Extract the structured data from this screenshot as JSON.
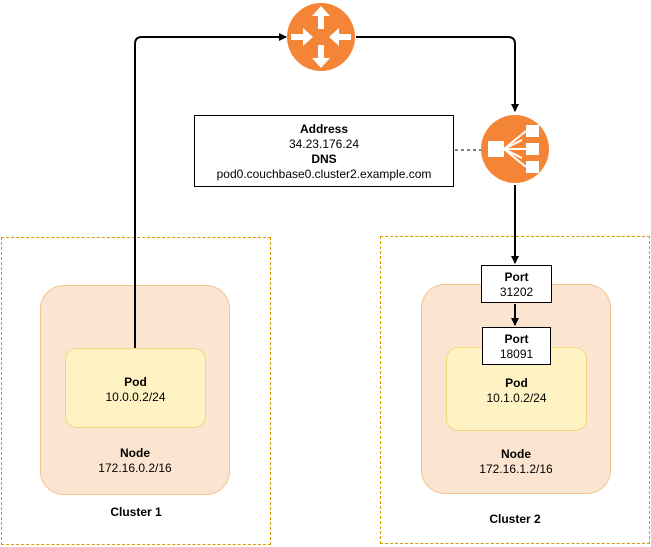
{
  "address_box": {
    "address_label": "Address",
    "address_value": "34.23.176.24",
    "dns_label": "DNS",
    "dns_value": "pod0.couchbase0.cluster2.example.com"
  },
  "cluster1": {
    "label": "Cluster 1",
    "node": {
      "label": "Node",
      "cidr": "172.16.0.2/16"
    },
    "pod": {
      "label": "Pod",
      "cidr": "10.0.0.2/24"
    }
  },
  "cluster2": {
    "label": "Cluster 2",
    "node": {
      "label": "Node",
      "cidr": "172.16.1.2/16"
    },
    "pod": {
      "label": "Pod",
      "cidr": "10.1.0.2/24"
    },
    "node_port": {
      "label": "Port",
      "value": "31202"
    },
    "pod_port": {
      "label": "Port",
      "value": "18091"
    }
  },
  "icons": {
    "router": "router-icon",
    "load_balancer": "load-balancer-icon"
  },
  "colors": {
    "icon_orange": "#f58536",
    "cluster_border": "#d79b00",
    "node_fill": "#fce5d0",
    "pod_fill": "#fff3c4"
  }
}
